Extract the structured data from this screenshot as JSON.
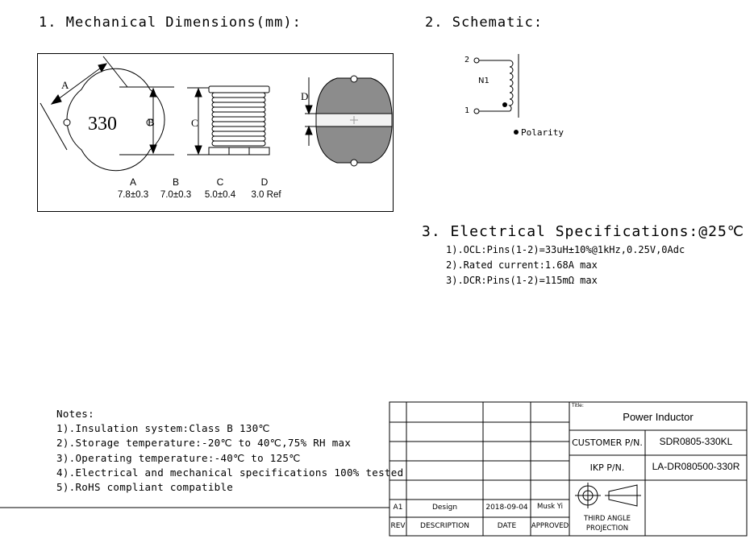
{
  "mechanical": {
    "title": "1. Mechanical Dimensions(mm):",
    "part_marking": "330",
    "labels": [
      "A",
      "B",
      "C",
      "D"
    ],
    "values": [
      "7.8±0.3",
      "7.0±0.3",
      "5.0±0.4",
      "3.0 Ref"
    ]
  },
  "schematic": {
    "title": "2. Schematic:",
    "pin2": "2",
    "pin1": "1",
    "winding": "N1",
    "polarity": "Polarity"
  },
  "electrical": {
    "title": "3. Electrical Specifications:@25℃",
    "items": [
      "1).OCL:Pins(1-2)=33uH±10%@1kHz,0.25V,0Adc",
      "2).Rated current:1.68A max",
      "3).DCR:Pins(1-2)=115mΩ max"
    ]
  },
  "notes": {
    "title": "Notes:",
    "items": [
      "1).Insulation system:Class B 130℃",
      "2).Storage temperature:-20℃ to 40℃,75% RH max",
      "3).Operating temperature:-40℃ to 125℃",
      "4).Electrical and mechanical specifications 100% tested",
      "5).RoHS compliant compatible"
    ]
  },
  "title_block": {
    "title_caption": "Title:",
    "title": "Power Inductor",
    "customer_pn_label": "CUSTOMER P/N.",
    "customer_pn": "SDR0805-330KL",
    "ikp_pn_label": "IKP P/N.",
    "ikp_pn": "LA-DR080500-330R",
    "rev_row": {
      "rev": "A1",
      "description": "Design",
      "date": "2018-09-04",
      "approved": "Musk Yi"
    },
    "header_row": {
      "rev": "REV",
      "description": "DESCRIPTION",
      "date": "DATE",
      "approved": "APPROVED"
    },
    "projection_line1": "THIRD ANGLE",
    "projection_line2": "PROJECTION"
  }
}
